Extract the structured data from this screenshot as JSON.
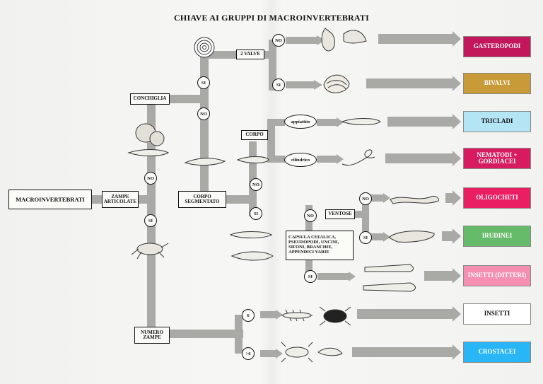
{
  "title": "CHIAVE AI GRUPPI DI MACROINVERTEBRATI",
  "boxes": {
    "macroinvertebrati": "MACROINVERTEBRATI",
    "zampe_articolate": "ZAMPE ARTICOLATE",
    "conchiglia": "CONCHIGLIA",
    "due_valve": "2 VALVE",
    "corpo": "CORPO",
    "corpo_segmentato": "CORPO SEGMENTATO",
    "ventose": "VENTOSE",
    "capsula": "CAPSULA CEFALICA, PSEUDOPODI, UNCINI, SIFONI, BRANCHIE, APPENDICI VARIE",
    "numero_zampe": "NUMERO ZAMPE"
  },
  "nodes": {
    "appiattito": "appiattito",
    "cilindrico": "cilindrico",
    "no": "NO",
    "si": "SI",
    "six": "6",
    "more_six": ">6"
  },
  "results": [
    {
      "label": "GASTEROPODI",
      "color": "#c2185b",
      "text_color": "#ffffff"
    },
    {
      "label": "BIVALVI",
      "color": "#c99a38",
      "text_color": "#ffffff"
    },
    {
      "label": "TRICLADI",
      "color": "#b3e5f5",
      "text_color": "#111111"
    },
    {
      "label": "NEMATODI + GORDIACEI",
      "color": "#d81b60",
      "text_color": "#ffffff"
    },
    {
      "label": "OLIGOCHETI",
      "color": "#e91e63",
      "text_color": "#ffffff"
    },
    {
      "label": "IRUDINEI",
      "color": "#66bb6a",
      "text_color": "#ffffff"
    },
    {
      "label": "INSETTI (DITTERI)",
      "color": "#f48fb1",
      "text_color": "#ffffff"
    },
    {
      "label": "INSETTI",
      "color": "#ffffff",
      "text_color": "#111111"
    },
    {
      "label": "CROSTACEI",
      "color": "#29b6f6",
      "text_color": "#ffffff"
    }
  ],
  "colors": {
    "arrow": "#a9aaa6"
  }
}
